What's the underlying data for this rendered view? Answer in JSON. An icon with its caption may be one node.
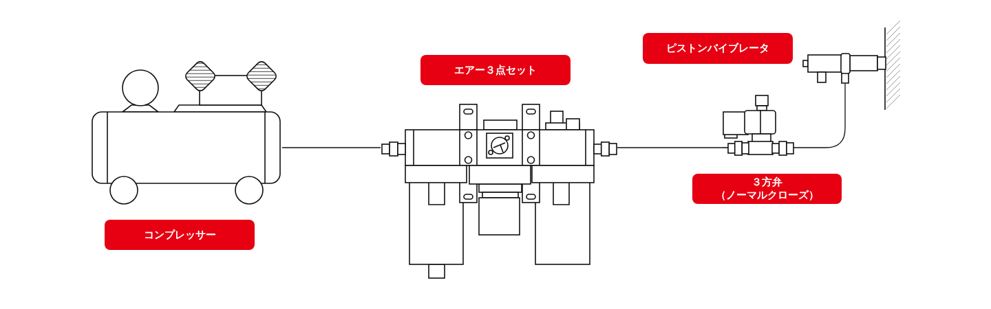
{
  "diagram": {
    "nodes": [
      {
        "text": [],
        "shape": "picture",
        "beside": [
          "コンプレッサー"
        ]
      },
      {
        "text": [],
        "shape": "picture",
        "beside": [
          "エアー３点セット"
        ]
      },
      {
        "text": [],
        "shape": "picture",
        "beside": [
          "３方弁",
          "（ノーマルクローズ）"
        ]
      },
      {
        "text": [],
        "shape": "picture",
        "beside": [
          "ピストンバイブレータ"
        ]
      }
    ],
    "edges": [
      {
        "from": 0,
        "to": 1,
        "arrow": "none"
      },
      {
        "from": 1,
        "to": 2,
        "arrow": "none"
      },
      {
        "from": 2,
        "to": 3,
        "arrow": "none"
      }
    ]
  }
}
